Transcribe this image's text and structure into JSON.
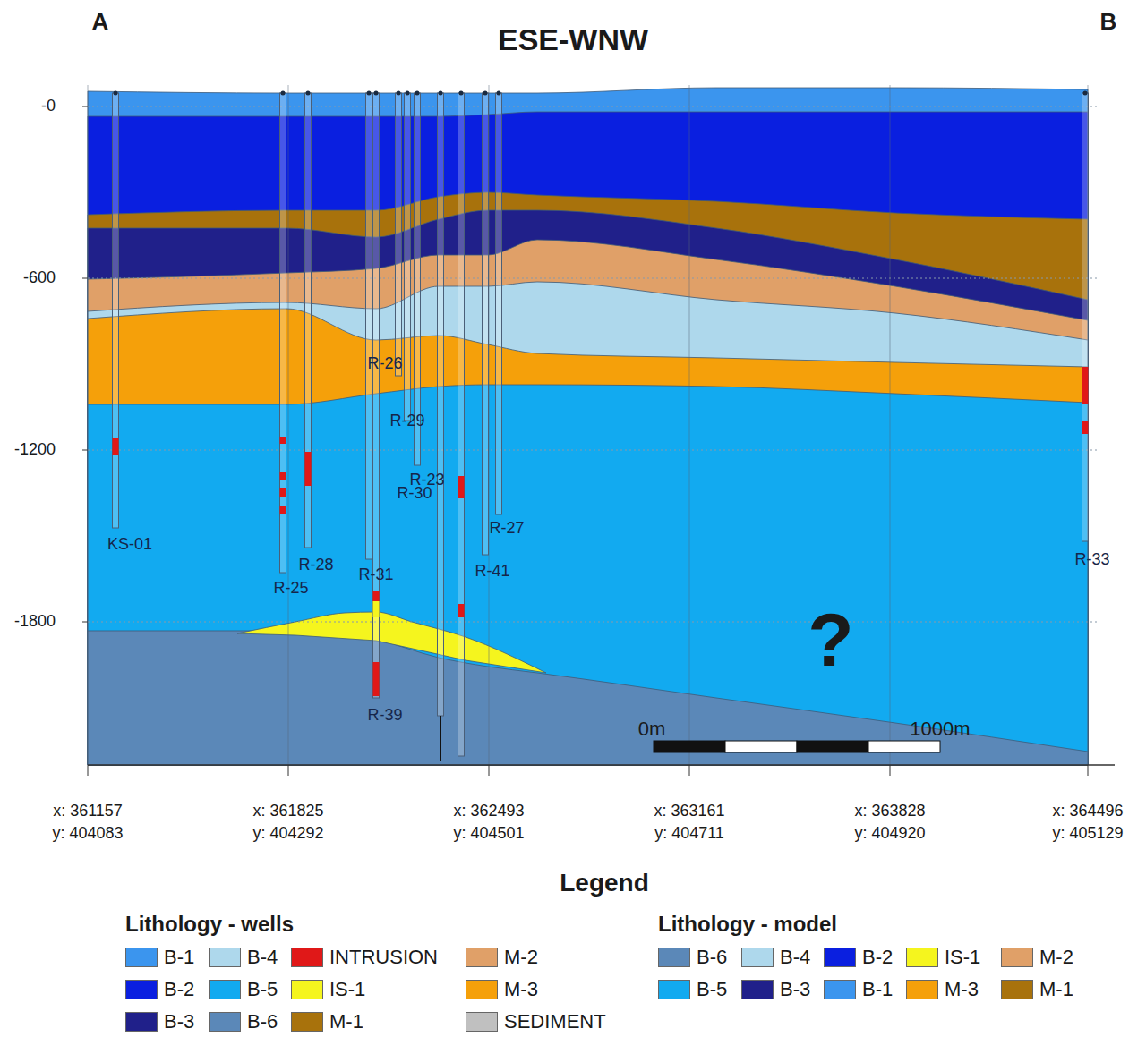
{
  "diagram": {
    "title": "ESE-WNW",
    "labels": [
      "A",
      "B",
      "-0",
      "-600",
      "-1200",
      "-1800",
      "R-26",
      "R-29",
      "R-23",
      "R-30",
      "R-27",
      "KS-01",
      "R-28",
      "R-31",
      "R-41",
      "R-33",
      "R-25",
      "?",
      "0m",
      "1000m",
      "R-39",
      "x: 361157",
      "y: 404083",
      "x: 361825",
      "y: 404292",
      "x: 362493",
      "y: 404501",
      "x: 363161",
      "y: 404711",
      "x: 363828",
      "y: 404920",
      "x: 364496",
      "y: 405129",
      "Legend",
      "Lithology - wells",
      "Lithology - model"
    ],
    "legend": [
      {
        "text": "B-1",
        "color": "#3b95ee"
      },
      {
        "text": "B-4",
        "color": "#aed8ec"
      },
      {
        "text": "INTRUSION",
        "color": "#e01818"
      },
      {
        "text": "M-2",
        "color": "#e0a068"
      },
      {
        "text": "B-2",
        "color": "#0a1fe0"
      },
      {
        "text": "B-5",
        "color": "#12aaf0"
      },
      {
        "text": "IS-1",
        "color": "#f5f51e"
      },
      {
        "text": "M-3",
        "color": "#f5a00a"
      },
      {
        "text": "B-3",
        "color": "#20208a"
      },
      {
        "text": "B-6",
        "color": "#5b88b8"
      },
      {
        "text": "M-1",
        "color": "#a8720c"
      },
      {
        "text": "SEDIMENT",
        "color": "#c0c0c0"
      },
      {
        "text": "B-6",
        "color": "#5b88b8"
      },
      {
        "text": "B-4",
        "color": "#aed8ec"
      },
      {
        "text": "B-2",
        "color": "#0a1fe0"
      },
      {
        "text": "IS-1",
        "color": "#f5f51e"
      },
      {
        "text": "M-2",
        "color": "#e0a068"
      },
      {
        "text": "B-5",
        "color": "#12aaf0"
      },
      {
        "text": "B-3",
        "color": "#20208a"
      },
      {
        "text": "B-1",
        "color": "#3b95ee"
      },
      {
        "text": "M-3",
        "color": "#f5a00a"
      },
      {
        "text": "M-1",
        "color": "#a8720c"
      }
    ]
  }
}
